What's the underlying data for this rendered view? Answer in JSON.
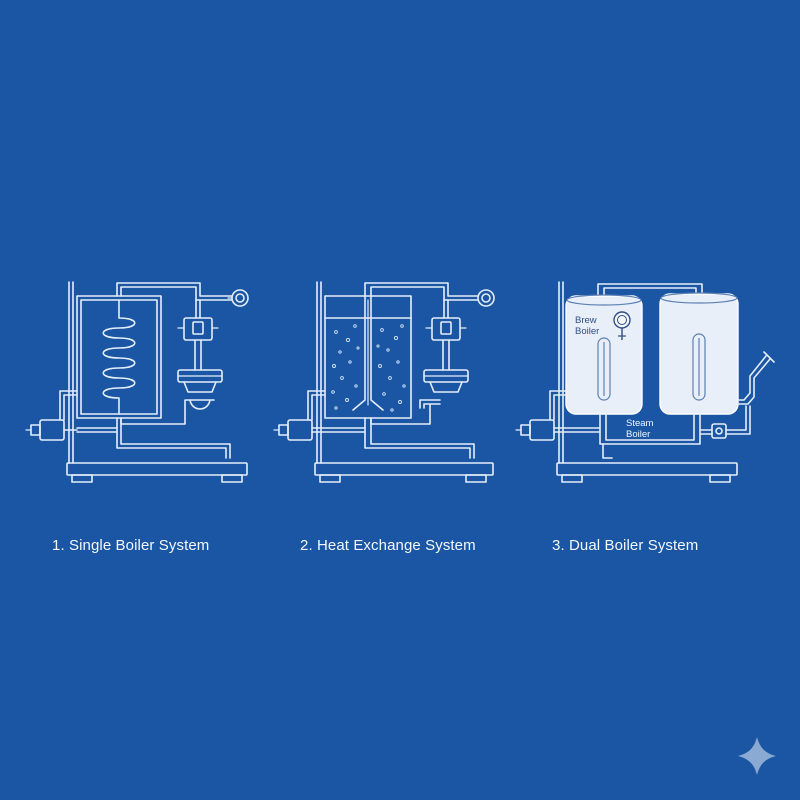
{
  "diagrams": [
    {
      "caption": "1. Single Boiler System"
    },
    {
      "caption": "2. Heat Exchange System"
    },
    {
      "caption": "3. Dual Boiler System",
      "labels": {
        "brew_line1": "Brew",
        "brew_line2": "Boiler",
        "steam_line1": "Steam",
        "steam_line2": "Boiler"
      }
    }
  ],
  "colors": {
    "background": "#1a56a3",
    "line": "#e4eefb",
    "solid_boiler": "#e8eff9"
  },
  "icons": [
    "pressure-gauge-icon",
    "valve-icon",
    "sparkle-icon"
  ]
}
